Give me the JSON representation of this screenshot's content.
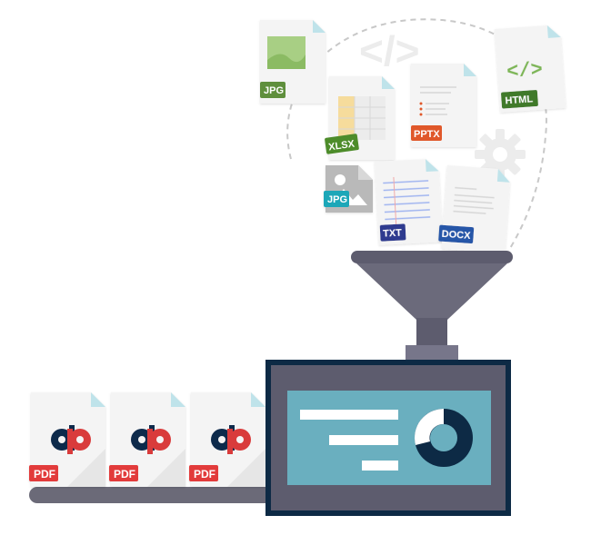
{
  "illustration": {
    "input_files": [
      {
        "type": "jpg",
        "badge": "JPG",
        "color": "#5f8f3e"
      },
      {
        "type": "xlsx",
        "badge": "XLSX",
        "color": "#4e8c2c"
      },
      {
        "type": "pptx",
        "badge": "PPTX",
        "color": "#e0592a"
      },
      {
        "type": "html",
        "badge": "HTML",
        "color": "#3f7a2c"
      },
      {
        "type": "jpg2",
        "badge": "JPG",
        "color": "#1fa7b8"
      },
      {
        "type": "txt",
        "badge": "TXT",
        "color": "#2d3b8f"
      },
      {
        "type": "docx",
        "badge": "DOCX",
        "color": "#2856a8"
      }
    ],
    "output_files": [
      {
        "badge": "PDF",
        "color": "#e23b3b"
      },
      {
        "badge": "PDF",
        "color": "#e23b3b"
      },
      {
        "badge": "PDF",
        "color": "#e23b3b"
      }
    ],
    "code_symbol": "</>",
    "colors": {
      "machine_frame": "#0d2a45",
      "machine_body": "#5d5c6e",
      "screen": "#6aafbf",
      "funnel": "#5d5c6e",
      "conveyor": "#6b6a78",
      "dashed_path": "#c8c8c8",
      "logo_red": "#d93b3b",
      "logo_navy": "#102a4c"
    }
  }
}
